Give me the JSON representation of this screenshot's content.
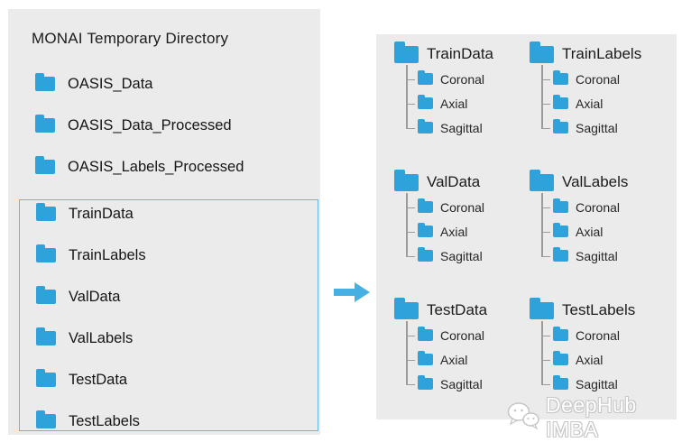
{
  "left_panel": {
    "title": "MONAI Temporary Directory",
    "folders": [
      "OASIS_Data",
      "OASIS_Data_Processed",
      "OASIS_Labels_Processed"
    ],
    "selected": [
      "TrainData",
      "TrainLabels",
      "ValData",
      "ValLabels",
      "TestData",
      "TestLabels"
    ]
  },
  "right_panel": {
    "groups": [
      {
        "name": "TrainData",
        "children": [
          "Coronal",
          "Axial",
          "Sagittal"
        ]
      },
      {
        "name": "TrainLabels",
        "children": [
          "Coronal",
          "Axial",
          "Sagittal"
        ]
      },
      {
        "name": "ValData",
        "children": [
          "Coronal",
          "Axial",
          "Sagittal"
        ]
      },
      {
        "name": "ValLabels",
        "children": [
          "Coronal",
          "Axial",
          "Sagittal"
        ]
      },
      {
        "name": "TestData",
        "children": [
          "Coronal",
          "Axial",
          "Sagittal"
        ]
      },
      {
        "name": "TestLabels",
        "children": [
          "Coronal",
          "Axial",
          "Sagittal"
        ]
      }
    ]
  },
  "watermark": {
    "text": "DeepHub IMBA"
  },
  "icons": {
    "folder": "folder-icon",
    "arrow": "right-arrow-icon",
    "watermark_logo": "wechat-icon"
  },
  "colors": {
    "folder_blue": "#2ea2db",
    "arrow_blue": "#47b0e3",
    "panel_gray": "#ebebeb",
    "selection_border": "#66b6e6",
    "tree_line": "#9b9b9b"
  }
}
